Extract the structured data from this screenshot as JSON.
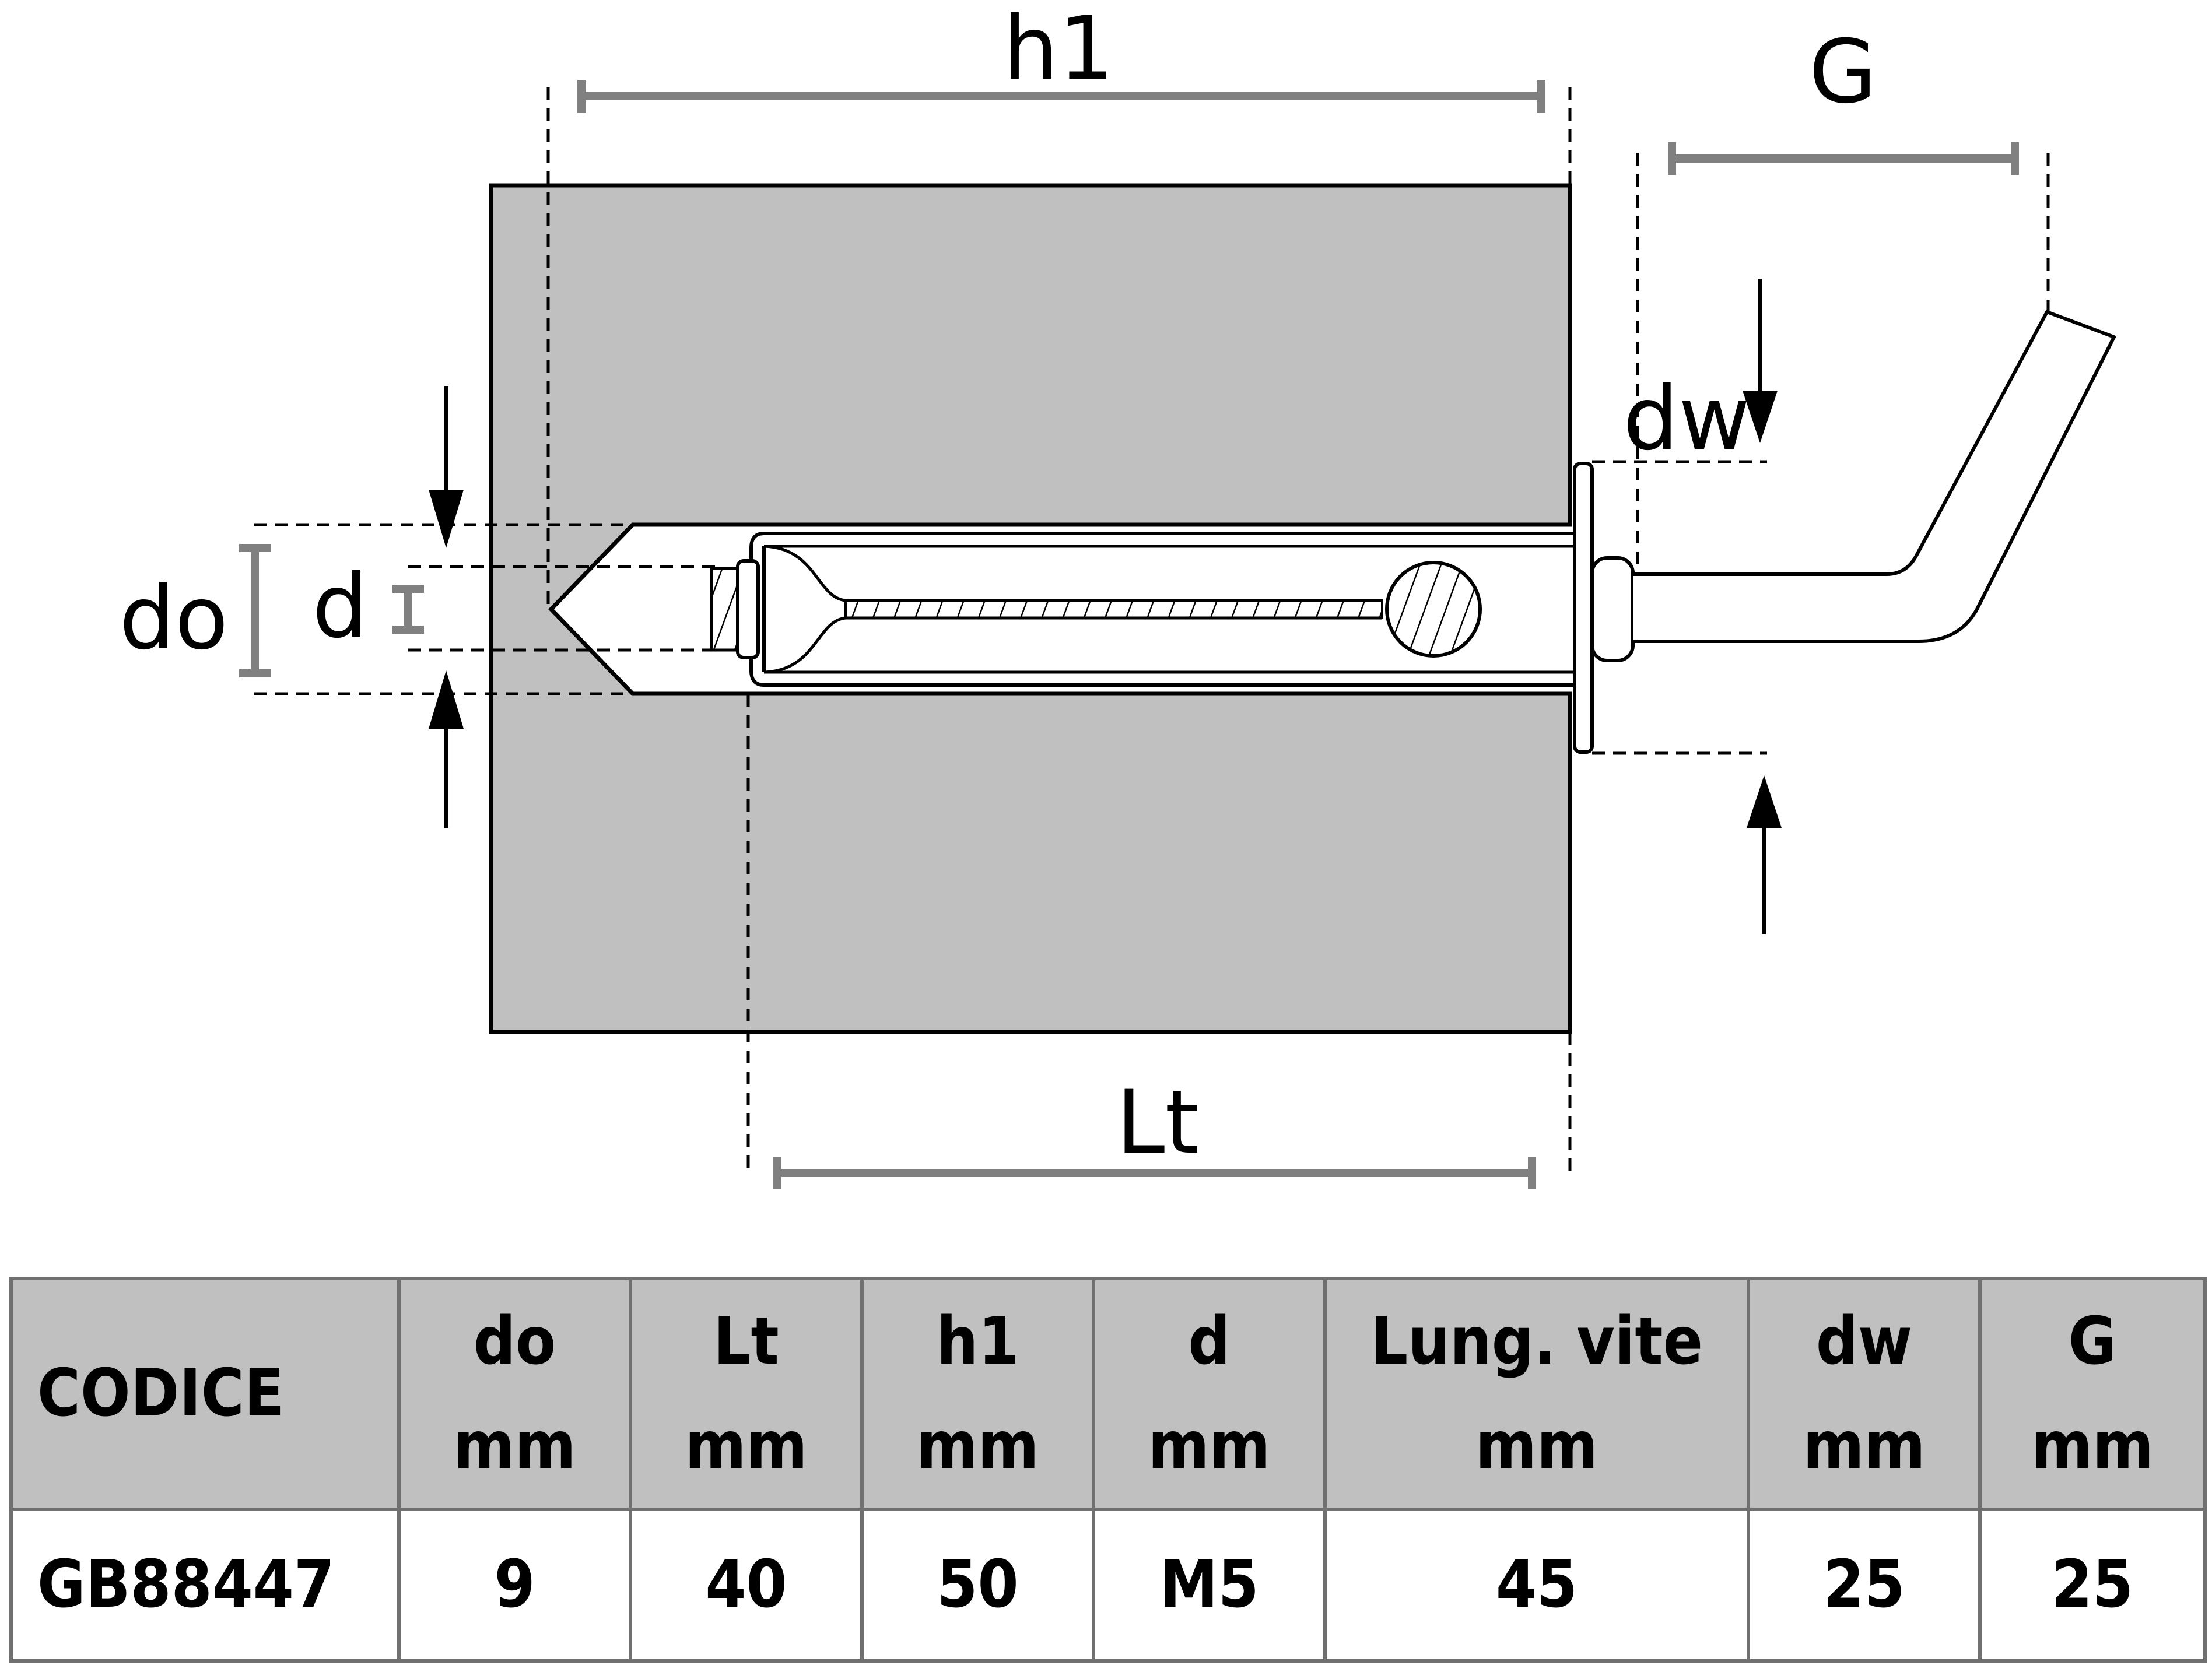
{
  "diagram": {
    "labels": {
      "h1": "h1",
      "G": "G",
      "dw": "dw",
      "do": "do",
      "d": "d",
      "Lt": "Lt"
    },
    "colors": {
      "substrate": "#c0c0c0",
      "dimension_line": "#808080",
      "outline": "#000000"
    }
  },
  "table": {
    "headers": [
      {
        "label": "CODICE",
        "unit": ""
      },
      {
        "label": "do",
        "unit": "mm"
      },
      {
        "label": "Lt",
        "unit": "mm"
      },
      {
        "label": "h1",
        "unit": "mm"
      },
      {
        "label": "d",
        "unit": "mm"
      },
      {
        "label": "Lung. vite",
        "unit": "mm"
      },
      {
        "label": "dw",
        "unit": "mm"
      },
      {
        "label": "G",
        "unit": "mm"
      }
    ],
    "rows": [
      [
        "GB88447",
        "9",
        "40",
        "50",
        "M5",
        "45",
        "25",
        "25"
      ]
    ],
    "header_bg": "#c0c0c0",
    "border_color": "#707070"
  }
}
